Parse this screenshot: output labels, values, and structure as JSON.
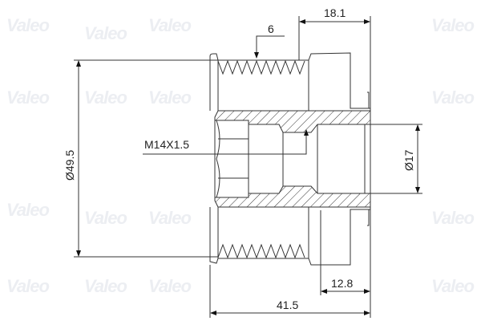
{
  "watermark": "Valeo",
  "colors": {
    "line": "#333333",
    "watermark": "#eceef2"
  },
  "dimensions": {
    "hub_length": "18.1",
    "rib_count": "6",
    "thread": "M14X1.5",
    "outer_diameter": "Ø49.5",
    "bore_diameter": "Ø17",
    "hub_offset": "12.8",
    "total_length": "41.5"
  }
}
